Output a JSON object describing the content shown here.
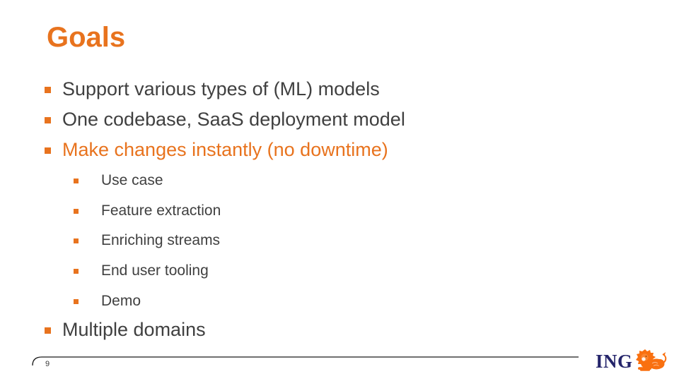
{
  "slide": {
    "title": "Goals"
  },
  "bullets": {
    "main": [
      {
        "text": "Support various types of (ML) models",
        "emphasis": false
      },
      {
        "text": "One codebase, SaaS deployment model",
        "emphasis": false
      },
      {
        "text": "Make changes instantly (no downtime)",
        "emphasis": true
      }
    ],
    "sub": [
      {
        "text": "Use case"
      },
      {
        "text": "Feature extraction"
      },
      {
        "text": "Enriching streams"
      },
      {
        "text": "End user tooling"
      },
      {
        "text": "Demo"
      }
    ],
    "closing": [
      {
        "text": "Multiple domains",
        "emphasis": false
      }
    ]
  },
  "footer": {
    "page_number": "9",
    "logo_text": "ING"
  },
  "colors": {
    "accent_orange": "#E8731E",
    "body_text": "#404040",
    "ing_navy": "#24246A",
    "lion_orange": "#F97010",
    "footer_line": "#1a1a1a",
    "background": "#FFFFFF"
  },
  "icons": {
    "bullet_square": "square-bullet-icon",
    "ing_lion": "ing-lion-icon"
  }
}
